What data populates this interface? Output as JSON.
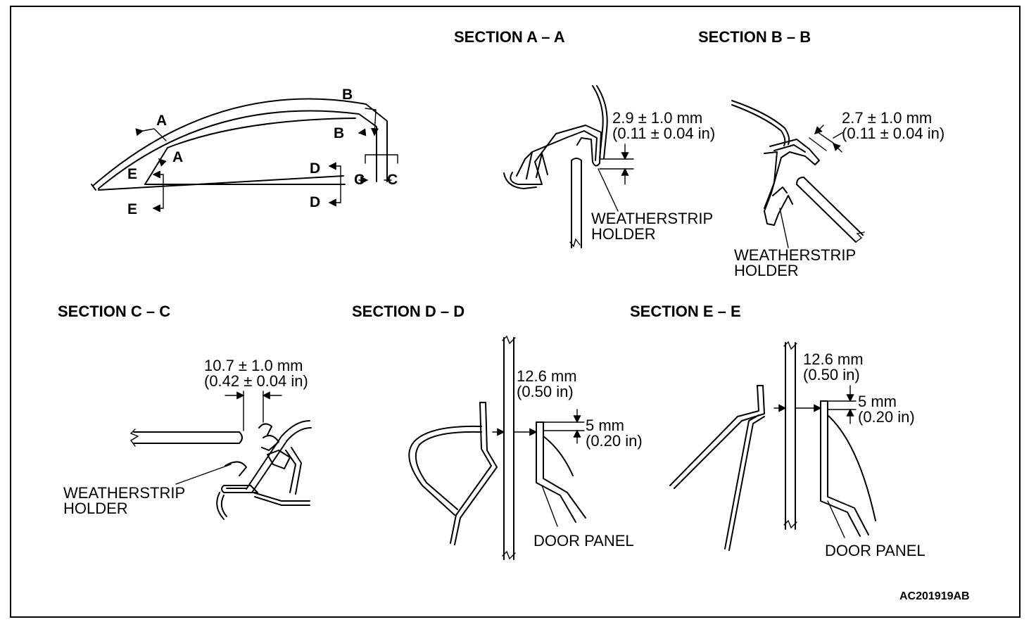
{
  "overview": {
    "markers": {
      "A": "A",
      "B": "B",
      "C": "C",
      "D": "D",
      "E": "E"
    }
  },
  "sections": {
    "a": {
      "title": "SECTION A – A",
      "dim1": "2.9 ± 1.0 mm",
      "dim2": "(0.11 ± 0.04 in)",
      "label1": "WEATHERSTRIP",
      "label2": "HOLDER"
    },
    "b": {
      "title": "SECTION B – B",
      "dim1": "2.7 ± 1.0 mm",
      "dim2": "(0.11 ± 0.04 in)",
      "label1": "WEATHERSTRIP",
      "label2": "HOLDER"
    },
    "c": {
      "title": "SECTION C – C",
      "dim1": "10.7 ± 1.0 mm",
      "dim2": "(0.42 ± 0.04 in)",
      "label1": "WEATHERSTRIP",
      "label2": "HOLDER"
    },
    "d": {
      "title": "SECTION D – D",
      "dim1": "12.6 mm",
      "dim2": "(0.50 in)",
      "dim3": "5 mm",
      "dim4": "(0.20 in)",
      "label1": "DOOR PANEL"
    },
    "e": {
      "title": "SECTION E – E",
      "dim1": "12.6 mm",
      "dim2": "(0.50 in)",
      "dim3": "5 mm",
      "dim4": "(0.20 in)",
      "label1": "DOOR PANEL"
    }
  },
  "figure_code": "AC201919AB"
}
